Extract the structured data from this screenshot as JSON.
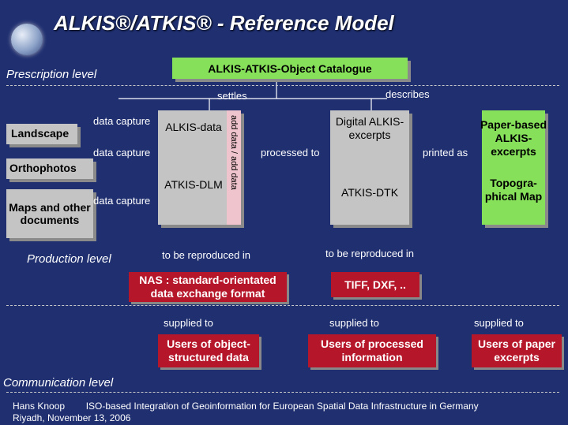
{
  "title": "ALKIS®/ATKIS® - Reference Model",
  "levels": {
    "prescription": "Prescription level",
    "production": "Production level",
    "communication": "Communication level"
  },
  "catalogue": "ALKIS-ATKIS-Object Catalogue",
  "labels": {
    "settles": "settles",
    "describes": "describes",
    "data_capture": "data capture",
    "processed_to": "processed to",
    "printed_as": "printed as",
    "to_be_reproduced_in": "to be reproduced in",
    "supplied_to": "supplied to",
    "vertical_band": "add data / add data"
  },
  "sources": [
    "Landscape",
    "Orthophotos",
    "Maps and other documents"
  ],
  "data_box": {
    "top": "ALKIS-data",
    "bottom": "ATKIS-DLM"
  },
  "digital_box": {
    "top": "Digital ALKIS-excerpts",
    "bottom": "ATKIS-DTK"
  },
  "paper_box": {
    "top": "Paper-based ALKIS-excerpts",
    "bottom": "Topogra-phical Map"
  },
  "formats": {
    "nas": "NAS : standard-orientated data exchange format",
    "tiff": "TIFF, DXF, .."
  },
  "users": {
    "object": "Users of object-structured data",
    "processed": "Users of processed information",
    "paper": "Users of paper excerpts"
  },
  "footer": {
    "line1": "Hans Knoop        ISO-based Integration of Geoinformation for European Spatial Data Infrastructure in Germany",
    "line2": "Riyadh, November 13, 2006"
  }
}
